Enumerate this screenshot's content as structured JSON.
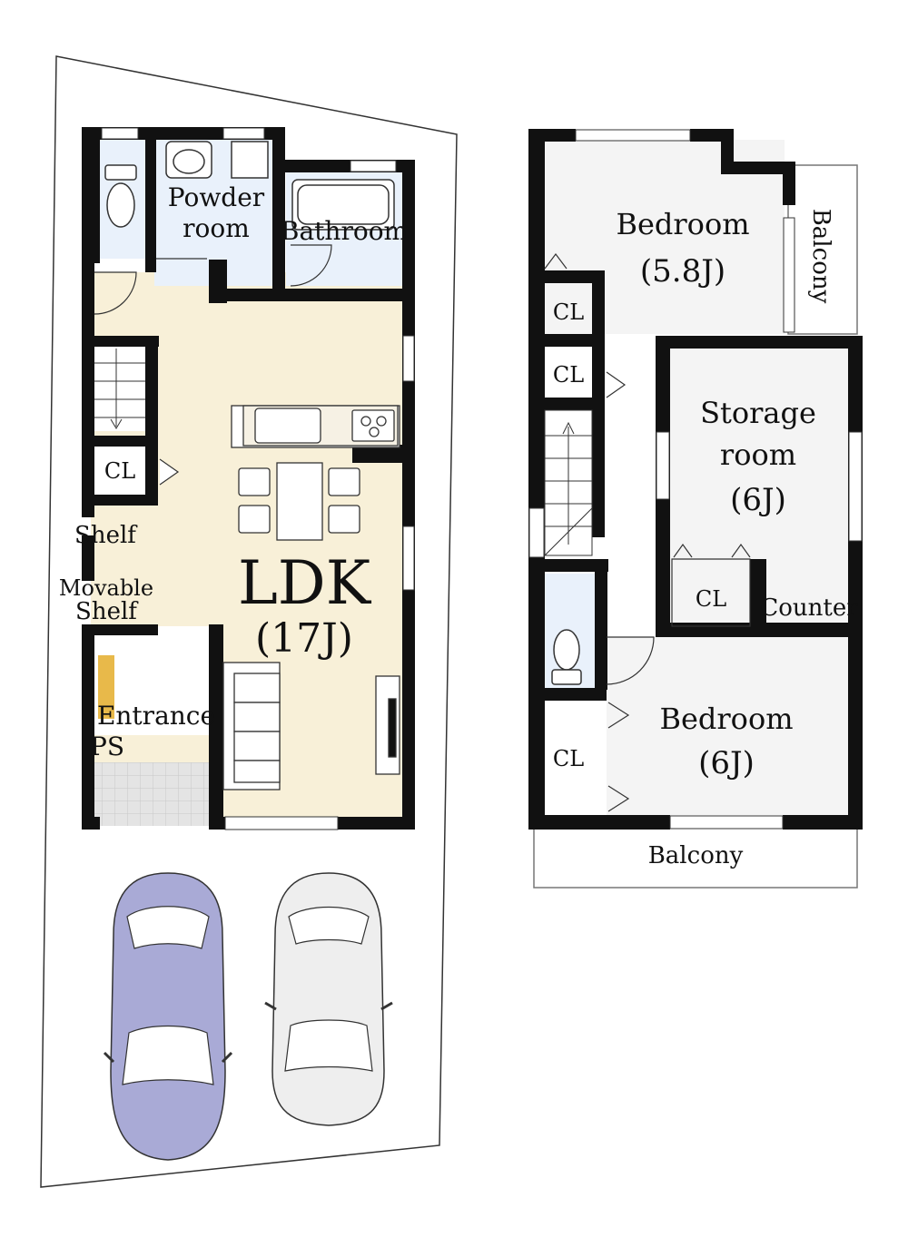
{
  "ground_floor": {
    "powder_room": [
      "Powder",
      "room"
    ],
    "bathroom": "Bathroom",
    "cl_1": "CL",
    "shelf": "Shelf",
    "movable_shelf": [
      "Movable",
      "Shelf"
    ],
    "ldk": "LDK",
    "ldk_size": "(17J)",
    "entrance": "Entrance",
    "ps": "PS"
  },
  "upper_floor": {
    "bedroom_a": "Bedroom",
    "bedroom_a_size": "(5.8J)",
    "balcony_side": "Balcony",
    "cl_a": "CL",
    "cl_b": "CL",
    "storage_room": [
      "Storage",
      "room"
    ],
    "storage_size": "(6J)",
    "cl_storage": "CL",
    "counter": "Counter",
    "cl_c": "CL",
    "bedroom_b": "Bedroom",
    "bedroom_b_size": "(6J)",
    "balcony_front": "Balcony"
  },
  "colors": {
    "ldk_floor": "#f8f0d8",
    "wet_area": "#e9f1fb",
    "upper_rooms": "#f4f4f4",
    "entrance_tile": "#e2e2e2",
    "car_left": "#a9aad6",
    "car_right": "#eeeeee",
    "shoe_rack": "#e8b94a"
  }
}
